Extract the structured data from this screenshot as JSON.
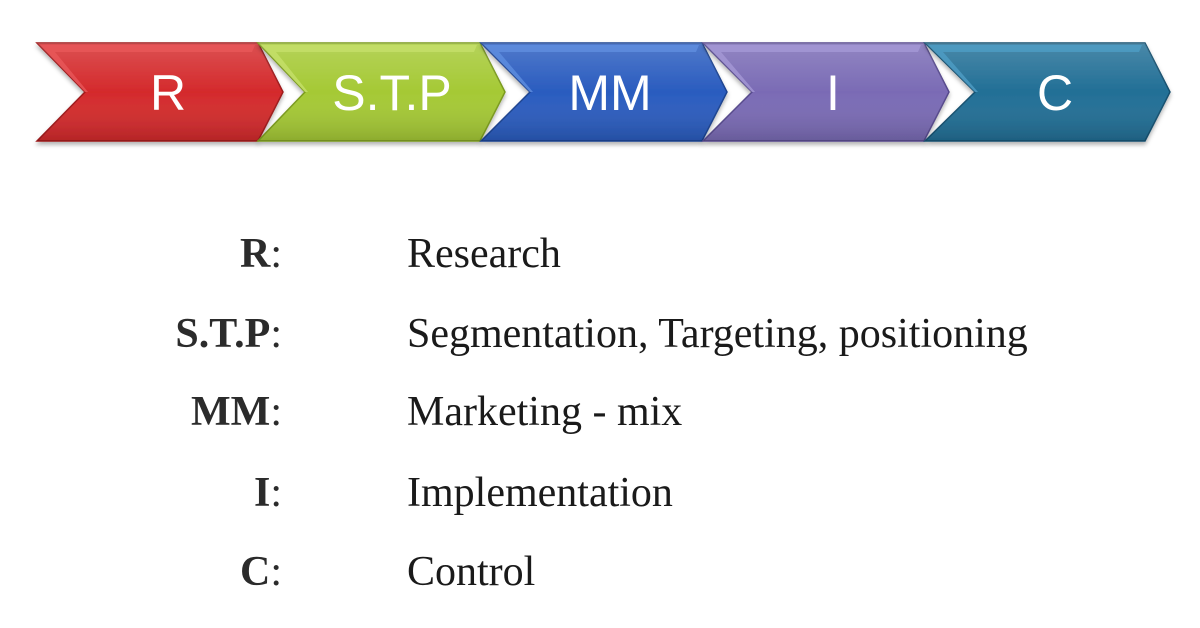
{
  "diagram": {
    "type": "process-chevron-flow",
    "steps": [
      {
        "label": "R",
        "color": "#d42a2c",
        "dark": "#9e1a1c",
        "light": "#e8585a"
      },
      {
        "label": "S.T.P",
        "color": "#a5c935",
        "dark": "#7a9a1e",
        "light": "#c6e06a"
      },
      {
        "label": "MM",
        "color": "#2a5cbf",
        "dark": "#1c4390",
        "light": "#5f8ee0"
      },
      {
        "label": "I",
        "color": "#7a6bb5",
        "dark": "#56498c",
        "light": "#a598d6"
      },
      {
        "label": "C",
        "color": "#226f96",
        "dark": "#16506f",
        "light": "#4f9ec6"
      }
    ]
  },
  "legend": [
    {
      "abbr": "R",
      "colon": ":",
      "description": "Research"
    },
    {
      "abbr": "S.T.P",
      "colon": ":",
      "description": "Segmentation, Targeting, positioning"
    },
    {
      "abbr": "MM",
      "colon": ":",
      "description": "Marketing - mix"
    },
    {
      "abbr": "I",
      "colon": ":",
      "description": "Implementation"
    },
    {
      "abbr": "C",
      "colon": ":",
      "description": "Control"
    }
  ]
}
